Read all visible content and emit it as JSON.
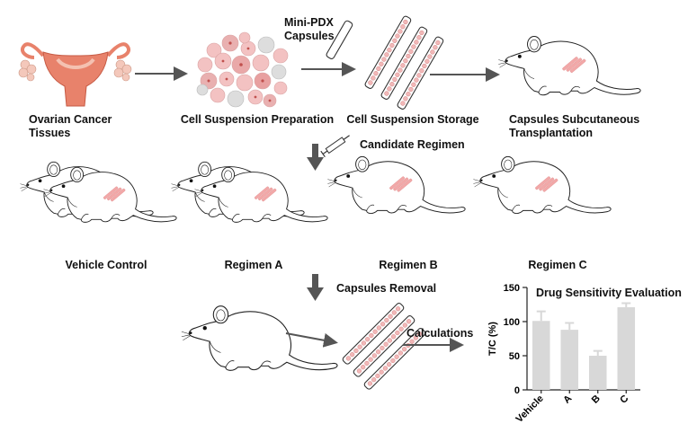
{
  "steps": {
    "tissues": "Ovarian Cancer Tissues",
    "suspension": "Cell Suspension Preparation",
    "storage": "Cell Suspension Storage",
    "transplant": "Capsules Subcutaneous Transplantation",
    "capsules": "Mini-PDX Capsules",
    "regimen": "Candidate Regimen",
    "removal": "Capsules Removal",
    "calculations": "Calculations"
  },
  "groups": [
    "Vehicle Control",
    "Regimen A",
    "Regimen B",
    "Regimen C"
  ],
  "colors": {
    "uterus": "#e8826b",
    "tumor": "#f2a8a8",
    "arrow": "#555555",
    "bar": "#d8d8d8",
    "capsule_cell": "#f2b8b8"
  },
  "chart_data": {
    "type": "bar",
    "title": "Drug Sensitivity Evaluation",
    "categories": [
      "Vehicle",
      "A",
      "B",
      "C"
    ],
    "values": [
      101,
      88,
      50,
      121
    ],
    "errors": [
      14,
      10,
      7,
      6
    ],
    "ylabel": "T/C (%)",
    "ylim": [
      0,
      150
    ],
    "yticks": [
      0,
      50,
      100,
      150
    ]
  }
}
